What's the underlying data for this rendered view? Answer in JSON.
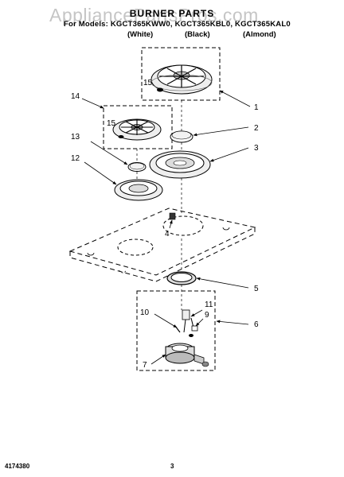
{
  "watermark": "AppliancePartsPros.com",
  "title": "BURNER PARTS",
  "models_line": "For Models: KGCT365KWW0, KGCT365KBL0, KGCT365KAL0",
  "finishes": [
    "(White)",
    "(Black)",
    "(Almond)"
  ],
  "callouts": {
    "c1": "1",
    "c2": "2",
    "c3": "3",
    "c4": "4",
    "c5": "5",
    "c6": "6",
    "c7": "7",
    "c9": "9",
    "c10": "10",
    "c11": "11",
    "c12": "12",
    "c13": "13",
    "c14": "14",
    "c15a": "15",
    "c15b": "15"
  },
  "footer": {
    "doc_number": "4174380",
    "page_number": "3"
  }
}
